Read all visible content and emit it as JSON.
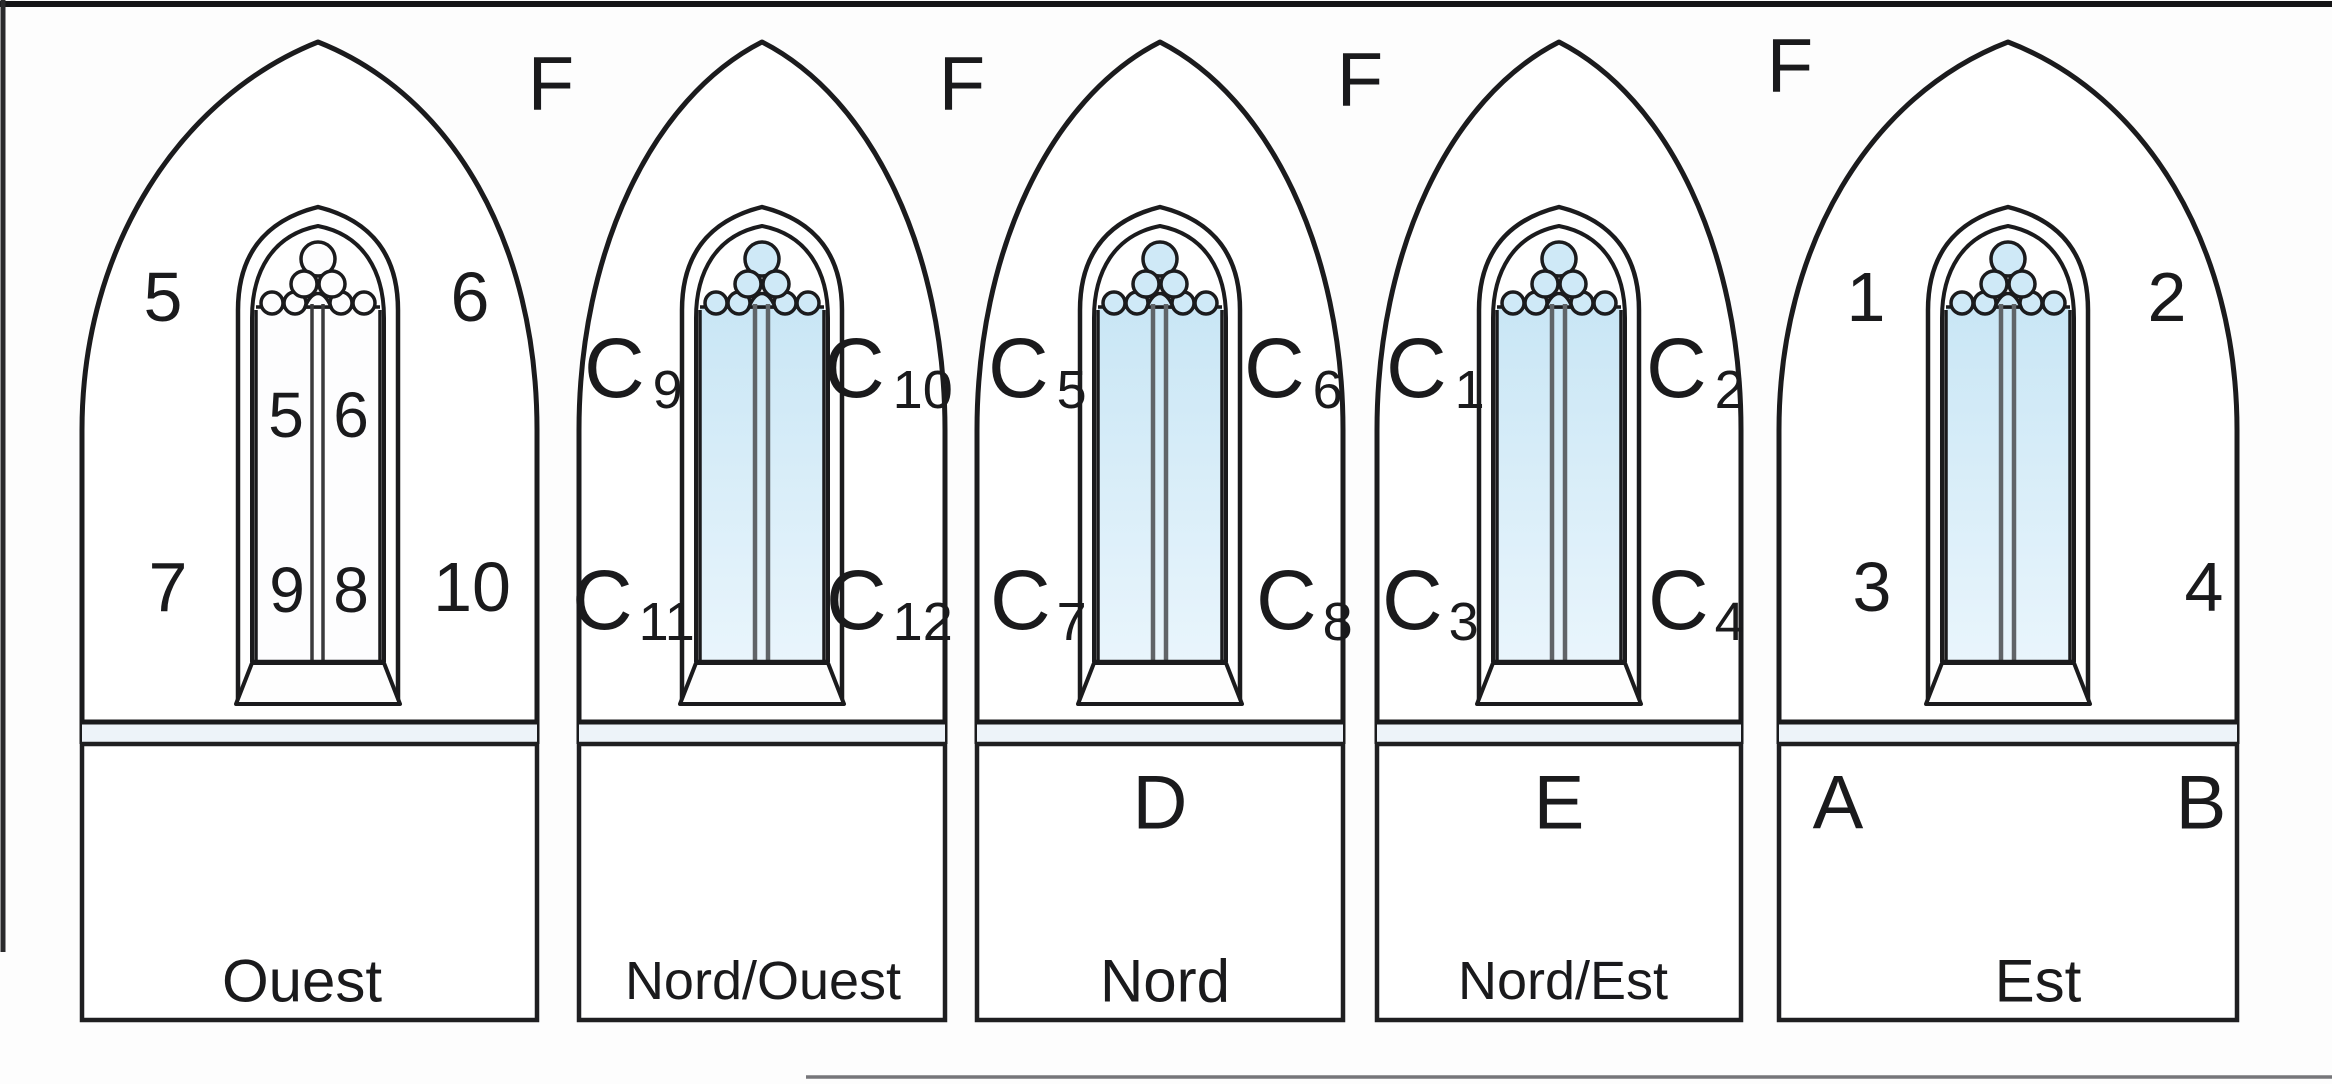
{
  "figure": "church-window-elevation-scheme",
  "colors": {
    "background": "#fdfdfd",
    "line": "#1b1b1d",
    "glass_top": "#c9e6f5",
    "glass_bottom": "#e9f5fc",
    "glass_solid": "#cfe9f7",
    "band": "#edf3f9",
    "divider_gray": "#76767a"
  },
  "f_marks": [
    "F",
    "F",
    "F",
    "F"
  ],
  "panels": [
    {
      "name": "ouest",
      "caption": "Ouest",
      "outer": {
        "top_left": "5",
        "top_right": "6",
        "bottom_left": "7",
        "bottom_right": "10"
      },
      "window_digits": {
        "top_left": "5",
        "top_right": "6",
        "bottom_left": "9",
        "bottom_right": "8"
      }
    },
    {
      "name": "nord-ouest",
      "caption": "Nord/Ouest",
      "c_labels": {
        "top_left": {
          "c": "C",
          "n": "9"
        },
        "top_right": {
          "c": "C",
          "n": "10"
        },
        "bottom_left": {
          "c": "C",
          "n": "11"
        },
        "bottom_right": {
          "c": "C",
          "n": "12"
        }
      }
    },
    {
      "name": "nord",
      "caption": "Nord",
      "base_letter": "D",
      "c_labels": {
        "top_left": {
          "c": "C",
          "n": "5"
        },
        "top_right": {
          "c": "C",
          "n": "6"
        },
        "bottom_left": {
          "c": "C",
          "n": "7"
        },
        "bottom_right": {
          "c": "C",
          "n": "8"
        }
      }
    },
    {
      "name": "nord-est",
      "caption": "Nord/Est",
      "base_letter": "E",
      "c_labels": {
        "top_left": {
          "c": "C",
          "n": "1"
        },
        "top_right": {
          "c": "C",
          "n": "2"
        },
        "bottom_left": {
          "c": "C",
          "n": "3"
        },
        "bottom_right": {
          "c": "C",
          "n": "4"
        }
      }
    },
    {
      "name": "est",
      "caption": "Est",
      "outer": {
        "top_left": "1",
        "top_right": "2",
        "bottom_left": "3",
        "bottom_right": "4"
      },
      "base_letters": {
        "left": "A",
        "right": "B"
      }
    }
  ]
}
